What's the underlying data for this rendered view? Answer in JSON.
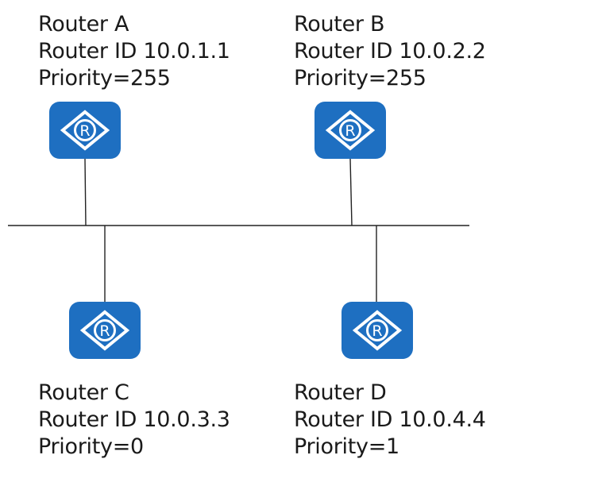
{
  "colors": {
    "router_fill": "#1e6fc1",
    "router_symbol": "#ffffff",
    "line": "#222222",
    "text": "#1a1a1a"
  },
  "icons": {
    "router": "router-icon"
  },
  "routers": {
    "a": {
      "name": "Router A",
      "router_id": "Router ID 10.0.1.1",
      "priority": "Priority=255",
      "glyph": "R"
    },
    "b": {
      "name": "Router B",
      "router_id": "Router ID 10.0.2.2",
      "priority": "Priority=255",
      "glyph": "R"
    },
    "c": {
      "name": "Router C",
      "router_id": "Router ID 10.0.3.3",
      "priority": "Priority=0",
      "glyph": "R"
    },
    "d": {
      "name": "Router D",
      "router_id": "Router ID 10.0.4.4",
      "priority": "Priority=1",
      "glyph": "R"
    }
  }
}
